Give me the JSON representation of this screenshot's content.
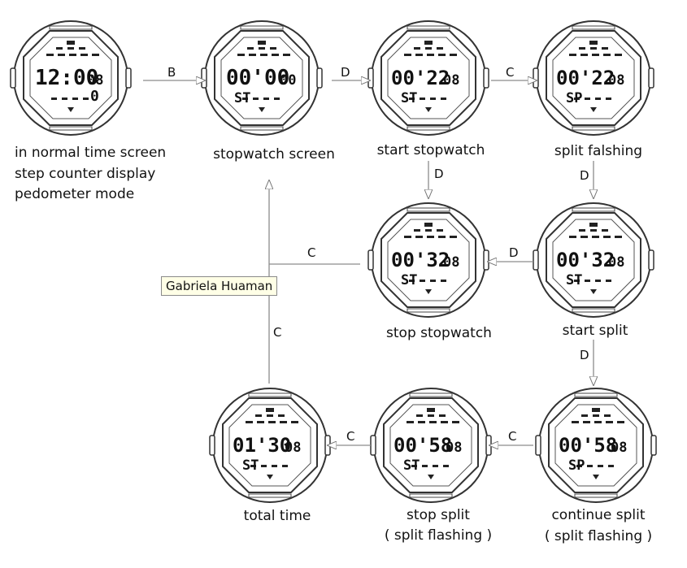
{
  "watches": [
    {
      "id": "w1",
      "time": "12:00",
      "sec": "08",
      "mode": "0"
    },
    {
      "id": "w2",
      "time": "00'00",
      "sec": "00",
      "mode": "ST"
    },
    {
      "id": "w3",
      "time": "00'22",
      "sec": "08",
      "mode": "ST"
    },
    {
      "id": "w4",
      "time": "00'22",
      "sec": "08",
      "mode": "SP"
    },
    {
      "id": "w5",
      "time": "00'32",
      "sec": "08",
      "mode": "ST"
    },
    {
      "id": "w6",
      "time": "00'32",
      "sec": "08",
      "mode": "ST"
    },
    {
      "id": "w7",
      "time": "01'30",
      "sec": "08",
      "mode": "ST"
    },
    {
      "id": "w8",
      "time": "00'58",
      "sec": "08",
      "mode": "ST"
    },
    {
      "id": "w9",
      "time": "00'58",
      "sec": "08",
      "mode": "SP"
    }
  ],
  "captions": {
    "w1": [
      "in normal time screen",
      "step counter display",
      "pedometer mode"
    ],
    "w2": [
      "stopwatch screen"
    ],
    "w3": [
      "start stopwatch"
    ],
    "w4": [
      "split falshing"
    ],
    "w5": [
      "stop stopwatch"
    ],
    "w6": [
      "start split"
    ],
    "w7": [
      "total time"
    ],
    "w8": [
      "stop split",
      "( split flashing )"
    ],
    "w9": [
      "continue split",
      "( split flashing )"
    ]
  },
  "arrows": {
    "a1": "B",
    "a2": "D",
    "a3": "C",
    "a4": "D",
    "a5": "D",
    "a6": "D",
    "a7": "C",
    "a8": "D",
    "a9": "C",
    "a10": "C",
    "a11": "C"
  },
  "tooltip": "Gabriela Huaman",
  "colors": {
    "ink": "#111111",
    "line": "#8c8c8c",
    "tooltip_bg": "#ffffe6"
  }
}
